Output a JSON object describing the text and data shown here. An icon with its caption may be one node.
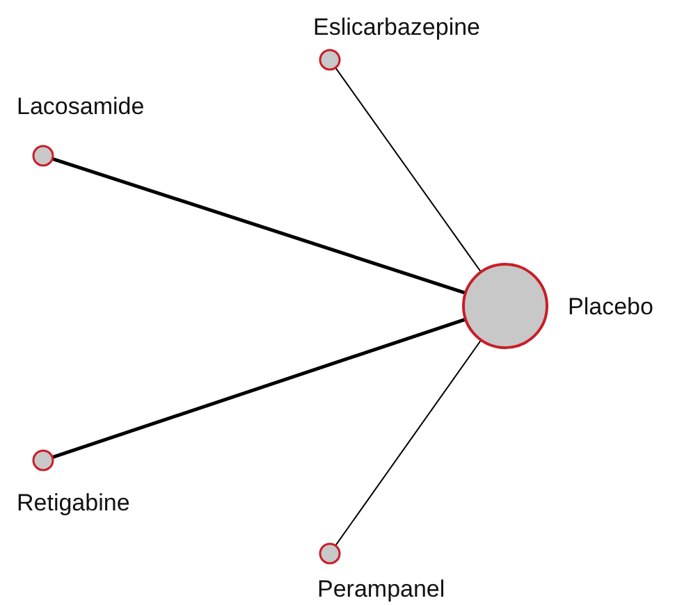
{
  "diagram": {
    "nodes": [
      {
        "text": [],
        "shape": "circle",
        "beside": [
          "Eslicarbazepine"
        ]
      },
      {
        "text": [],
        "shape": "circle",
        "beside": [
          "Lacosamide"
        ]
      },
      {
        "text": [],
        "shape": "circle",
        "beside": [
          "Placebo"
        ]
      },
      {
        "text": [],
        "shape": "circle",
        "beside": [
          "Retigabine"
        ]
      },
      {
        "text": [],
        "shape": "circle",
        "beside": [
          "Perampanel"
        ]
      }
    ],
    "edges": [
      {
        "from": 0,
        "to": 2,
        "arrow": "none"
      },
      {
        "from": 1,
        "to": 2,
        "arrow": "none",
        "style": "thick"
      },
      {
        "from": 3,
        "to": 2,
        "arrow": "none",
        "style": "thick"
      },
      {
        "from": 4,
        "to": 2,
        "arrow": "none"
      }
    ]
  }
}
